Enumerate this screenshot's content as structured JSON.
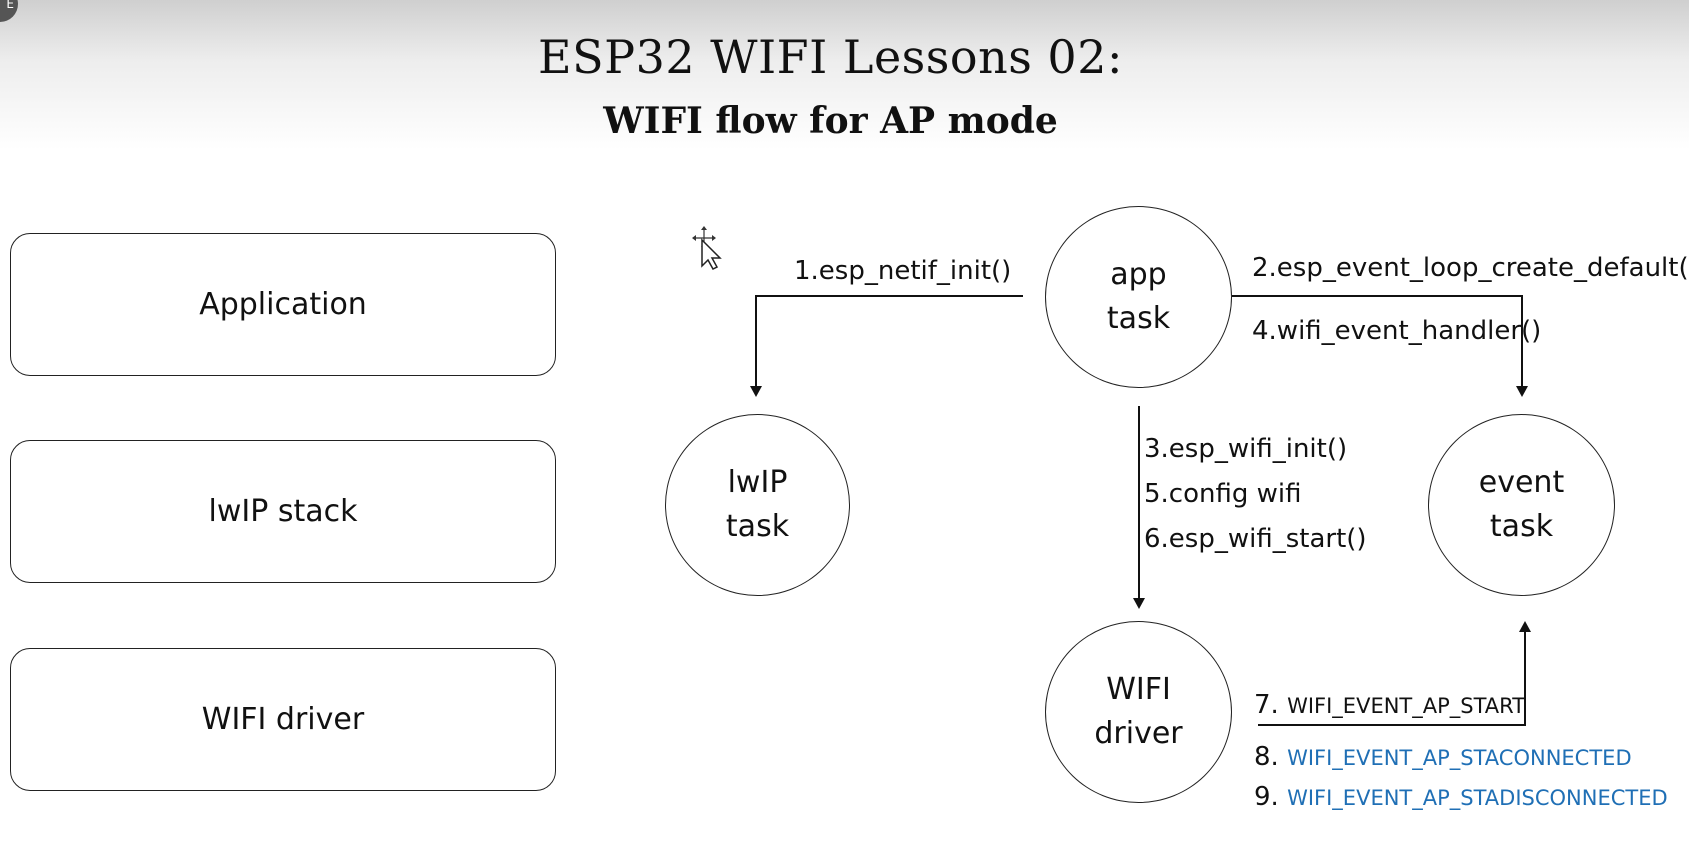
{
  "header": {
    "badge_text": "E",
    "title": "ESP32 WIFI Lessons 02:",
    "subtitle": "WIFI flow for AP mode"
  },
  "layers": [
    {
      "label": "Application"
    },
    {
      "label": "lwIP stack"
    },
    {
      "label": "WIFI driver"
    }
  ],
  "nodes": {
    "app": {
      "line1": "app",
      "line2": "task"
    },
    "lwip": {
      "line1": "lwIP",
      "line2": "task"
    },
    "event": {
      "line1": "event",
      "line2": "task"
    },
    "wifi": {
      "line1": "WIFI",
      "line2": "driver"
    }
  },
  "steps": {
    "s1": "1.esp_netif_init()",
    "s2": "2.esp_event_loop_create_default(",
    "s4": "4.wifi_event_handler()",
    "s3": "3.esp_wifi_init()",
    "s5": "5.config wifi",
    "s6": "6.esp_wifi_start()",
    "s7_num": "7.",
    "s7_event": "WIFI_EVENT_AP_START",
    "s8_num": "8.",
    "s8_event": "WIFI_EVENT_AP_STACONNECTED",
    "s9_num": "9.",
    "s9_event": "WIFI_EVENT_AP_STADISCONNECTED"
  },
  "colors": {
    "event_blue": "#1f6fb5",
    "line": "#111111"
  },
  "icons": {
    "cursor": "move-cursor-icon"
  }
}
